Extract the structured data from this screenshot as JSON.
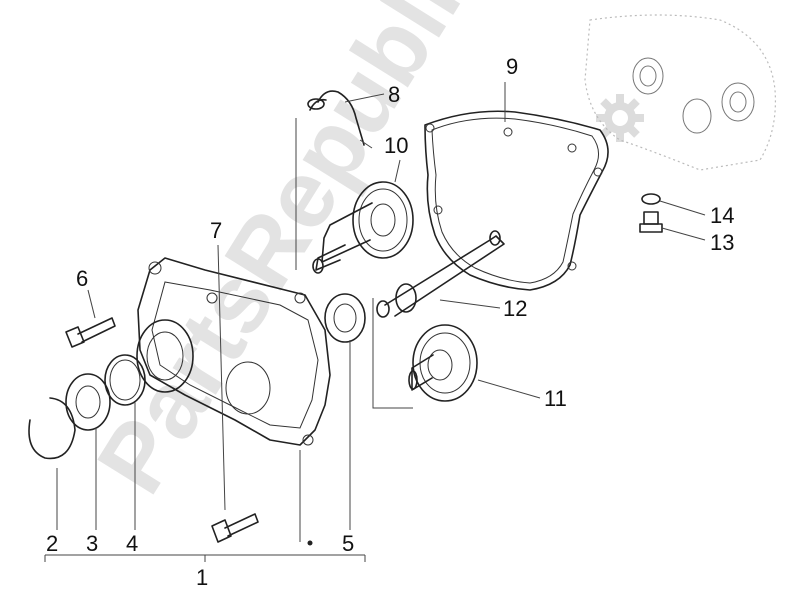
{
  "watermark": "PartsRepublik",
  "callouts": [
    {
      "id": "1",
      "label": "1"
    },
    {
      "id": "2",
      "label": "2"
    },
    {
      "id": "3",
      "label": "3"
    },
    {
      "id": "4",
      "label": "4"
    },
    {
      "id": "5",
      "label": "5"
    },
    {
      "id": "6",
      "label": "6"
    },
    {
      "id": "7",
      "label": "7"
    },
    {
      "id": "8",
      "label": "8"
    },
    {
      "id": "9",
      "label": "9"
    },
    {
      "id": "10",
      "label": "10"
    },
    {
      "id": "11",
      "label": "11"
    },
    {
      "id": "12",
      "label": "12"
    },
    {
      "id": "13",
      "label": "13"
    },
    {
      "id": "14",
      "label": "14"
    }
  ],
  "colors": {
    "line": "#222222",
    "watermark": "#e3e3e3",
    "background": "#ffffff"
  }
}
